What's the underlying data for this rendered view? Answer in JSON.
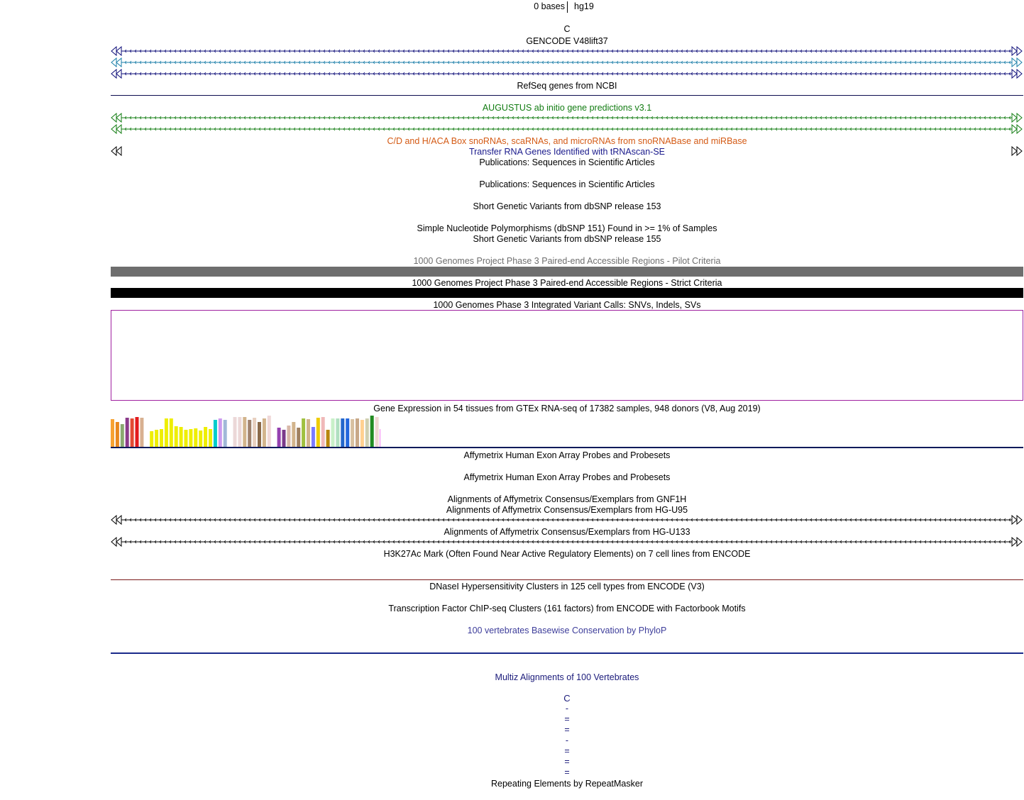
{
  "ruler": {
    "scale": "0 bases",
    "assembly": "hg19",
    "base": "C"
  },
  "tracks": {
    "gencode": "GENCODE V48lift37",
    "refseq": "RefSeq genes from NCBI",
    "augustus": "AUGUSTUS ab initio gene predictions v3.1",
    "snorna": "C/D and H/ACA Box snoRNAs, scaRNAs, and microRNAs from snoRNABase and miRBase",
    "trna": "Transfer RNA Genes Identified with tRNAscan-SE",
    "pubs1": "Publications: Sequences in Scientific Articles",
    "pubs2": "Publications: Sequences in Scientific Articles",
    "snp153": "Short Genetic Variants from dbSNP release 153",
    "snp151": "Simple Nucleotide Polymorphisms (dbSNP 151) Found in >= 1% of Samples",
    "snp155": "Short Genetic Variants from dbSNP release 155",
    "pilot": "1000 Genomes Project Phase 3 Paired-end Accessible Regions - Pilot Criteria",
    "strict": "1000 Genomes Project Phase 3 Paired-end Accessible Regions - Strict Criteria",
    "integrated": "1000 Genomes Phase 3 Integrated Variant Calls: SNVs, Indels, SVs",
    "gtex": "Gene Expression in 54 tissues from GTEx RNA-seq of 17382 samples, 948 donors (V8, Aug 2019)",
    "affyexon1": "Affymetrix Human Exon Array Probes and Probesets",
    "affyexon2": "Affymetrix Human Exon Array Probes and Probesets",
    "gnf1h": "Alignments of Affymetrix Consensus/Exemplars from GNF1H",
    "hgu95": "Alignments of Affymetrix Consensus/Exemplars from HG-U95",
    "hgu133": "Alignments of Affymetrix Consensus/Exemplars from HG-U133",
    "h3k27ac": "H3K27Ac Mark (Often Found Near Active Regulatory Elements) on 7 cell lines from ENCODE",
    "dnase": "DNaseI Hypersensitivity Clusters in 125 cell types from ENCODE (V3)",
    "tfbs": "Transcription Factor ChIP-seq Clusters (161 factors) from ENCODE with Factorbook Motifs",
    "phylop": "100 vertebrates Basewise Conservation by PhyloP",
    "multiz": "Multiz Alignments of 100 Vertebrates",
    "rmsk": "Repeating Elements by RepeatMasker"
  },
  "multiz_chars": [
    "C",
    "-",
    "=",
    "=",
    "-",
    "=",
    "=",
    "="
  ],
  "colors": {
    "augustus": "#127c12",
    "snorna": "#d45a14",
    "trna": "#1a1a8c",
    "pilot": "#6e6e6e",
    "phylop": "#3d3d9a",
    "multiz": "#1a1a7a",
    "gencode_dark": "#0c0c78",
    "gencode_teal": "#1a7ea8",
    "variant_box": "#a020a0"
  },
  "gtex_colors": [
    "#f7a233",
    "#e8871e",
    "#8aa870",
    "#8b3a8b",
    "#e34a33",
    "#e31a1c",
    "#d8b090",
    "#ffffff",
    "#eeee00",
    "#eeee00",
    "#eeee00",
    "#eeee00",
    "#eeee00",
    "#eeee00",
    "#eeee00",
    "#eeee00",
    "#eeee00",
    "#eeee00",
    "#eeee00",
    "#eeee00",
    "#eeee00",
    "#00cccc",
    "#cc99ee",
    "#a0b8d8",
    "#ffffff",
    "#ecd8d8",
    "#ecd8d8",
    "#d2b48c",
    "#a0826d",
    "#e8d0c0",
    "#8b6a4a",
    "#d2b48c",
    "#f0d8d8",
    "#ffffff",
    "#9440b0",
    "#7a3a8a",
    "#d8b8a8",
    "#d2b48c",
    "#a08060",
    "#a0c040",
    "#d2b48c",
    "#7a7aff",
    "#eecc00",
    "#f0b8b8",
    "#b8860b",
    "#c8f0c8",
    "#b0e0c0",
    "#2266cc",
    "#2266dd",
    "#d8c0a0",
    "#c8a888",
    "#ffd090",
    "#cfcfb0",
    "#228b22",
    "#eed8d0",
    "#ee00ee"
  ],
  "gtex_levels": [
    0.85,
    0.75,
    0.7,
    0.9,
    0.88,
    0.92,
    0.9,
    0,
    0.48,
    0.52,
    0.55,
    0.88,
    0.88,
    0.62,
    0.6,
    0.52,
    0.55,
    0.56,
    0.5,
    0.6,
    0.55,
    0.82,
    0.88,
    0.82,
    0,
    0.92,
    0.92,
    0.92,
    0.82,
    0.9,
    0.75,
    0.88,
    0.95,
    0,
    0.58,
    0.52,
    0.65,
    0.75,
    0.58,
    0.88,
    0.85,
    0.6,
    0.9,
    0.92,
    0.52,
    0.88,
    0.88,
    0.88,
    0.88,
    0.85,
    0.88,
    0.82,
    0.88,
    0.95,
    0.92,
    0.55
  ]
}
